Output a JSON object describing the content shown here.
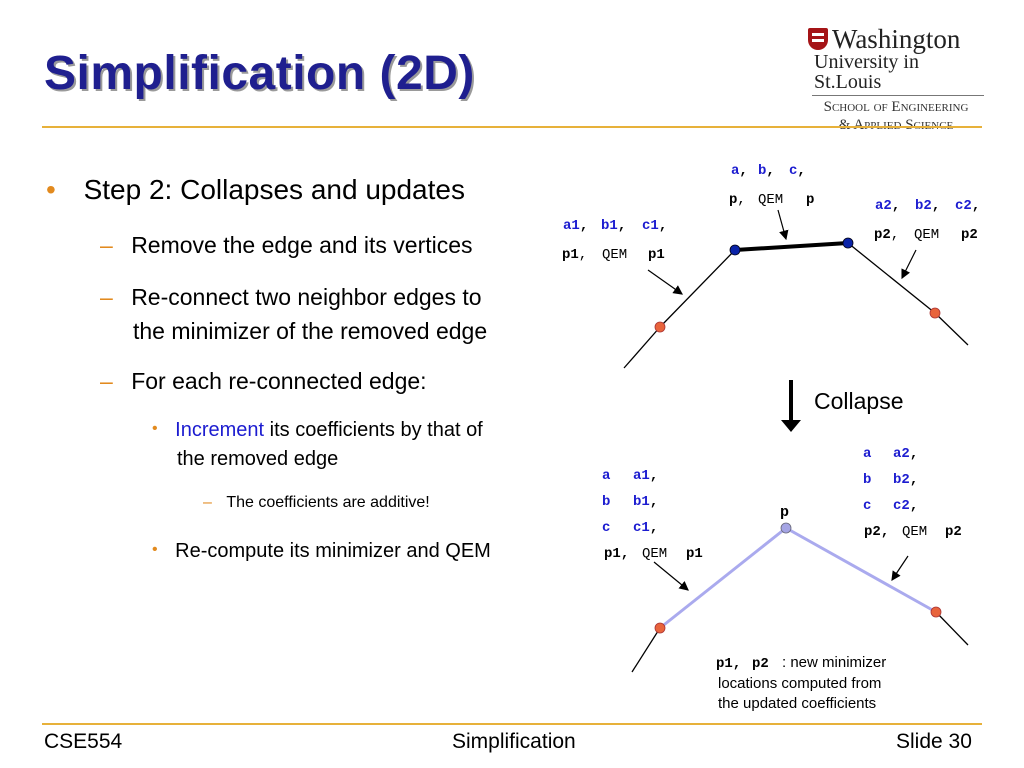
{
  "slide": {
    "title": "Simplification (2D)",
    "logo": {
      "name": "Washington",
      "sub": "University in St.Louis",
      "school_line1": "School of Engineering",
      "school_line2": "& Applied Science"
    },
    "bullets": {
      "b1": "Step 2: Collapses and updates",
      "b1_1": "Remove the edge and its vertices",
      "b1_2_line1": "Re-connect two neighbor edges to",
      "b1_2_line2": "the minimizer of the removed edge",
      "b1_3": "For each re-connected edge:",
      "b1_3_1_highlight": "Increment",
      "b1_3_1_rest": " its coefficients by that of",
      "b1_3_1_line2": "the removed edge",
      "b1_3_1_1": "The coefficients are additive!",
      "b1_3_2": "Re-compute its minimizer and QEM"
    },
    "diagram": {
      "collapse_label": "Collapse",
      "top_center": {
        "l1": [
          "a",
          "b",
          "c"
        ],
        "l2": [
          "p",
          "QEM",
          "p"
        ]
      },
      "top_left": {
        "l1": [
          "a1",
          "b1",
          "c1"
        ],
        "l2": [
          "p1",
          "QEM",
          "p1"
        ]
      },
      "top_right": {
        "l1": [
          "a2",
          "b2",
          "c2"
        ],
        "l2": [
          "p2",
          "QEM",
          "p2"
        ]
      },
      "point_label": "p",
      "bottom_left": {
        "rows": [
          [
            "a",
            "a1"
          ],
          [
            "b",
            "b1"
          ],
          [
            "c",
            "c1"
          ]
        ],
        "l4": [
          "p1",
          "QEM",
          "p1"
        ]
      },
      "bottom_right": {
        "rows": [
          [
            "a",
            "a2"
          ],
          [
            "b",
            "b2"
          ],
          [
            "c",
            "c2"
          ]
        ],
        "l4": [
          "p2",
          "QEM",
          "p2"
        ]
      },
      "caption_vars": [
        "p1",
        "p2"
      ],
      "caption_line1": ": new minimizer",
      "caption_line2": "locations computed from",
      "caption_line3": "the updated coefficients"
    },
    "footer": {
      "left": "CSE554",
      "center": "Simplification",
      "right": "Slide 30"
    },
    "colors": {
      "title": "#1f1f8f",
      "accent": "#e28a1e",
      "rule": "#e7b13a",
      "edge_blue": "#0a23a8",
      "new_edge": "#aaaaee",
      "vertex_red": "#e8643c"
    }
  }
}
